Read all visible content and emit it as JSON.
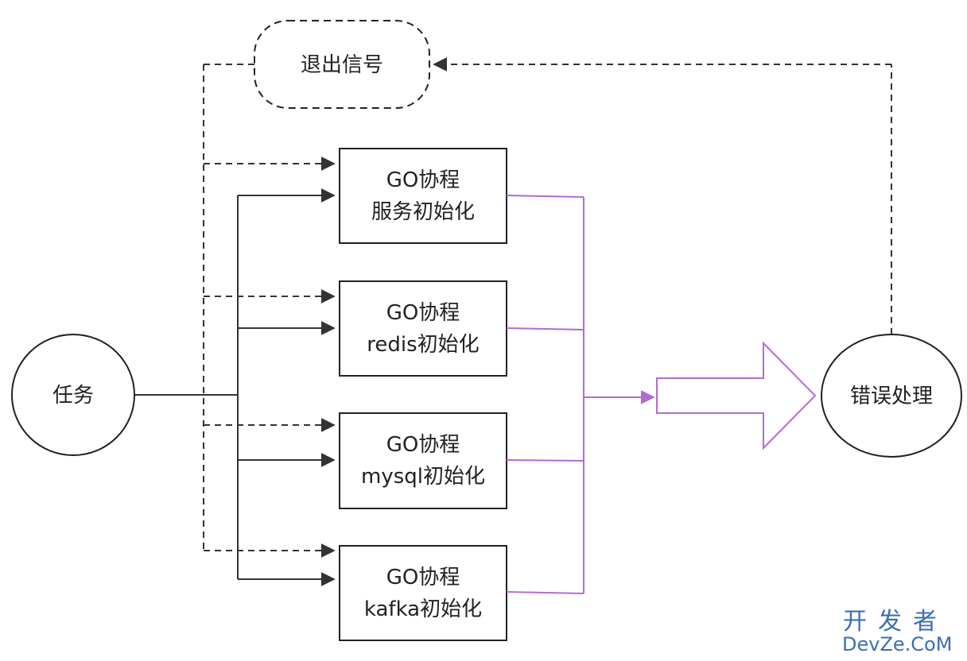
{
  "nodes": {
    "exit_signal": "退出信号",
    "task": "任务",
    "error_handling": "错误处理",
    "goroutines": [
      {
        "line1": "GO协程",
        "line2": "服务初始化"
      },
      {
        "line1": "GO协程",
        "line2": "redis初始化"
      },
      {
        "line1": "GO协程",
        "line2": "mysql初始化"
      },
      {
        "line1": "GO协程",
        "line2": "kafka初始化"
      }
    ]
  },
  "watermark": {
    "chinese": "开发者",
    "english": "DevZe.CoM"
  },
  "colors": {
    "line": "#333333",
    "merge_line": "#b26bd6",
    "watermark": "#3a6fb5"
  }
}
